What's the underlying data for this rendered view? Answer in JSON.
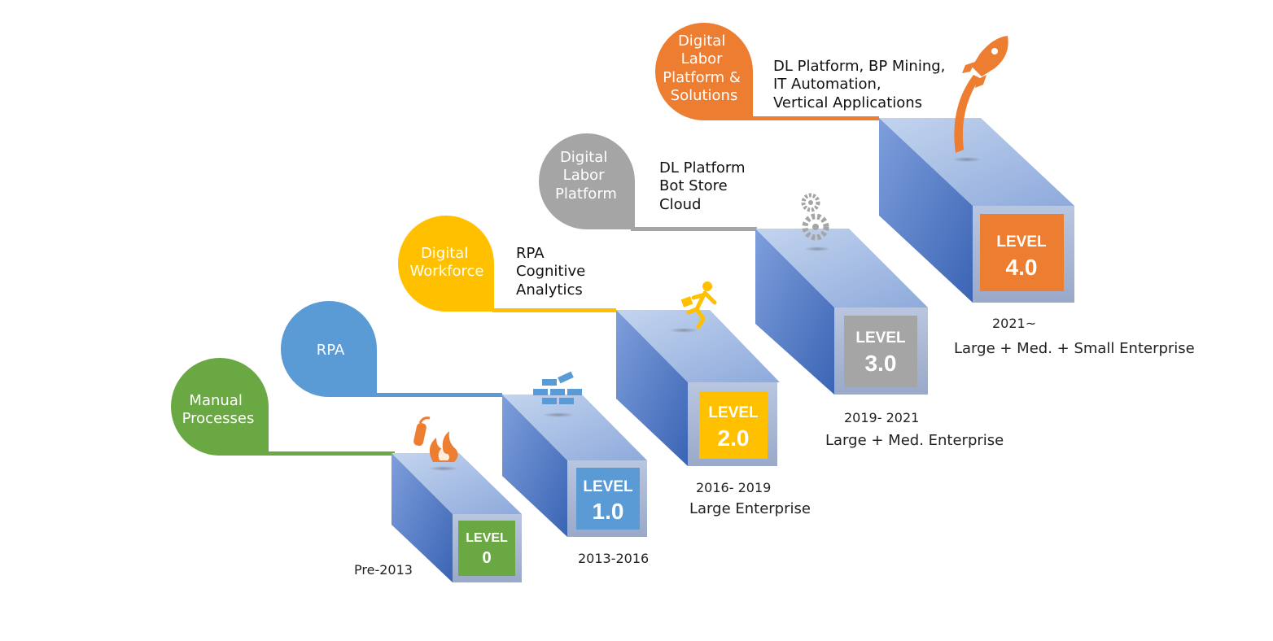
{
  "stages": [
    {
      "bubble_lines": [
        "Manual",
        "Processes"
      ],
      "bubble_color": "#6aa843",
      "description_lines": [],
      "level_word": "LEVEL",
      "level_number": "0",
      "level_color": "#6aa843",
      "era": "Pre-2013",
      "segment": "",
      "icon": "fire-extinguisher-icon"
    },
    {
      "bubble_lines": [
        "RPA"
      ],
      "bubble_color": "#5b9bd5",
      "description_lines": [],
      "level_word": "LEVEL",
      "level_number": "1.0",
      "level_color": "#5b9bd5",
      "era": "2013-2016",
      "segment": "",
      "icon": "brick-wall-icon"
    },
    {
      "bubble_lines": [
        "Digital",
        "Workforce"
      ],
      "bubble_color": "#ffc000",
      "description_lines": [
        "RPA",
        "Cognitive",
        "Analytics"
      ],
      "level_word": "LEVEL",
      "level_number": "2.0",
      "level_color": "#ffc000",
      "era": "2016- 2019",
      "segment": "Large Enterprise",
      "icon": "running-person-icon"
    },
    {
      "bubble_lines": [
        "Digital",
        "Labor",
        "Platform"
      ],
      "bubble_color": "#a5a5a5",
      "description_lines": [
        "DL Platform",
        "Bot Store",
        "Cloud"
      ],
      "level_word": "LEVEL",
      "level_number": "3.0",
      "level_color": "#a5a5a5",
      "era": "2019- 2021",
      "segment": "Large + Med. Enterprise",
      "icon": "gears-icon"
    },
    {
      "bubble_lines": [
        "Digital",
        "Labor",
        "Platform &",
        "Solutions"
      ],
      "bubble_color": "#ed7d31",
      "description_lines": [
        "DL Platform, BP Mining,",
        "IT Automation,",
        "Vertical Applications"
      ],
      "level_word": "LEVEL",
      "level_number": "4.0",
      "level_color": "#ed7d31",
      "era": "2021~",
      "segment": "Large + Med. + Small Enterprise",
      "icon": "rocket-icon"
    }
  ]
}
